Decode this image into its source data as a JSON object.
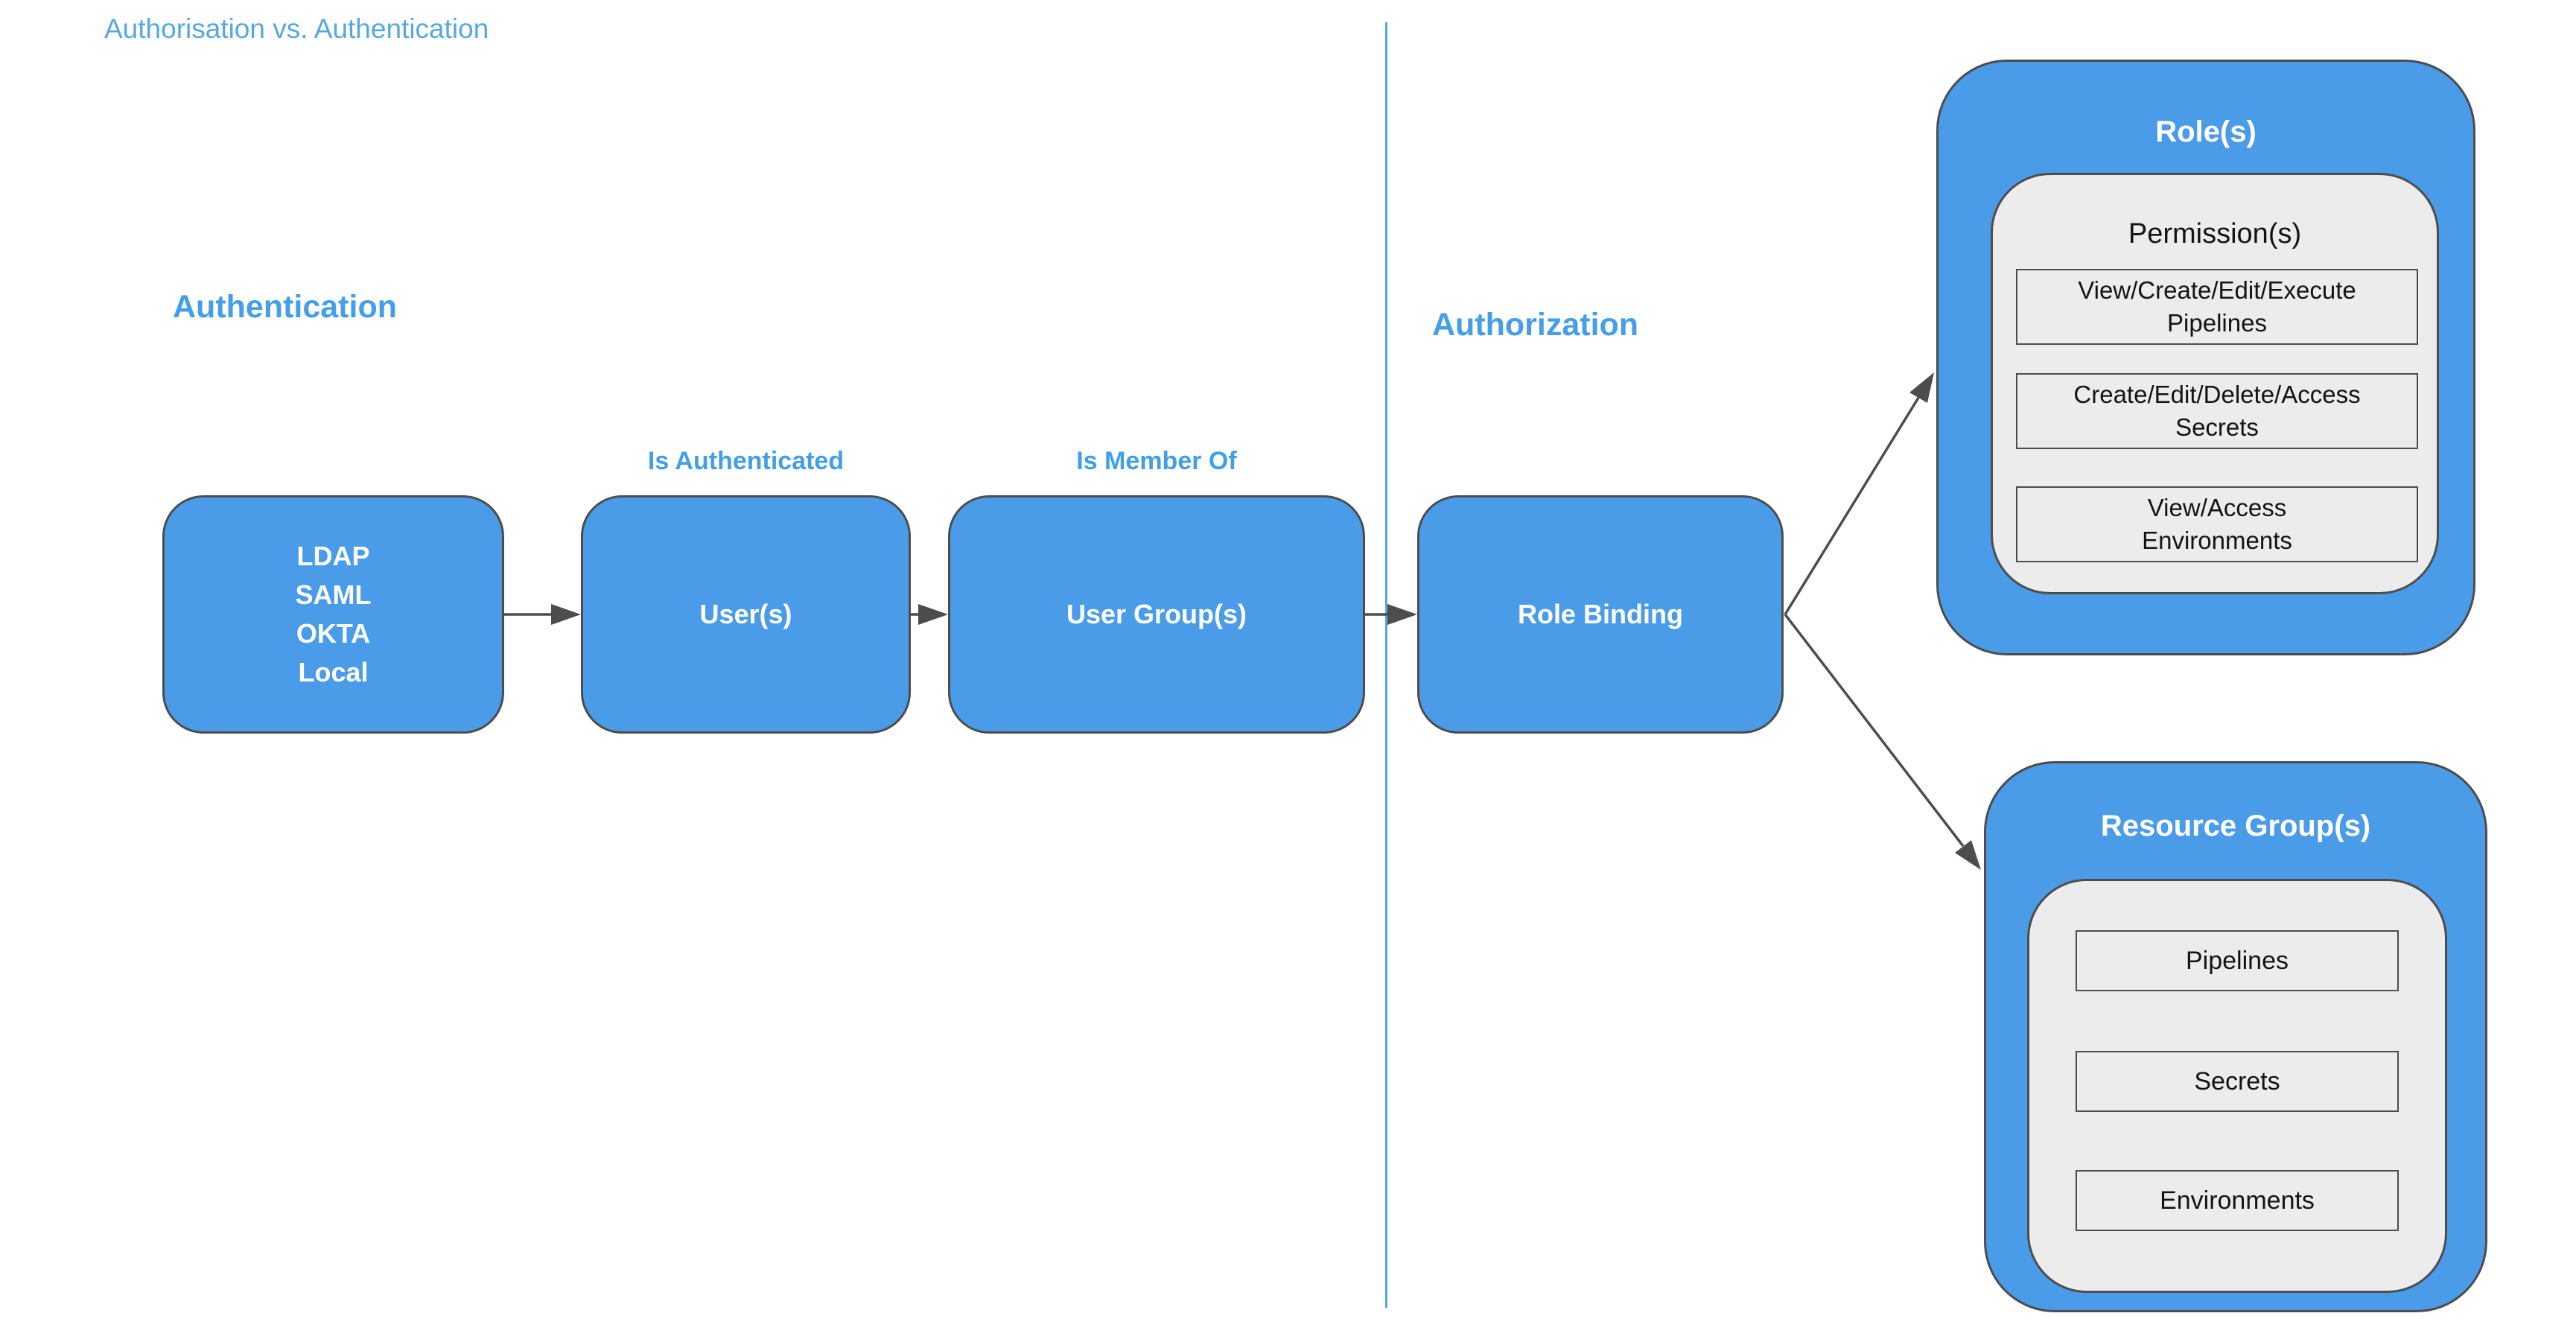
{
  "page": {
    "title": "Authorisation vs. Authentication"
  },
  "sections": {
    "authentication": {
      "heading": "Authentication"
    },
    "authorization": {
      "heading": "Authorization"
    }
  },
  "edges": {
    "is_authenticated": "Is Authenticated",
    "is_member_of": "Is Member Of"
  },
  "nodes": {
    "identity_providers": {
      "lines": [
        "LDAP",
        "SAML",
        "OKTA",
        "Local"
      ]
    },
    "users": {
      "label": "User(s)"
    },
    "user_groups": {
      "label": "User Group(s)"
    },
    "role_binding": {
      "label": "Role Binding"
    },
    "roles": {
      "title": "Role(s)",
      "permissions": {
        "title": "Permission(s)",
        "items": [
          {
            "line1": "View/Create/Edit/Execute",
            "line2": "Pipelines"
          },
          {
            "line1": "Create/Edit/Delete/Access",
            "line2": "Secrets"
          },
          {
            "line1": "View/Access",
            "line2": "Environments"
          }
        ]
      }
    },
    "resource_groups": {
      "title": "Resource Group(s)",
      "items": [
        "Pipelines",
        "Secrets",
        "Environments"
      ]
    }
  },
  "colors": {
    "node_fill": "#4A9CE8",
    "node_border": "#4D4D4D",
    "accent_text": "#459EE8",
    "title_text": "#55A9DF",
    "divider": "#54A8DC",
    "panel_fill": "#ECECEC",
    "arrow": "#4D4D4D"
  }
}
